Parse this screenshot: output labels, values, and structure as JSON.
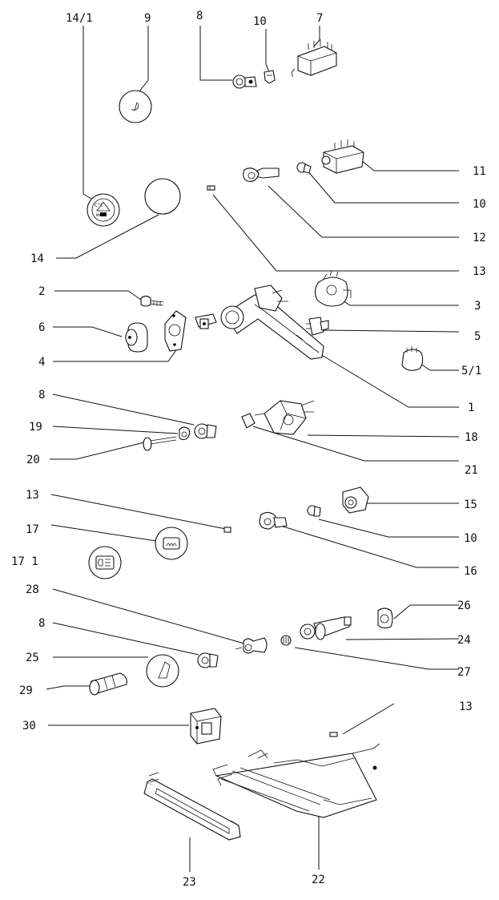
{
  "labels": {
    "l14_1": "14/1",
    "l9": "9",
    "l8a": "8",
    "l10a": "10",
    "l7": "7",
    "l11": "11",
    "l10b": "10",
    "l12": "12",
    "l14": "14",
    "l13a": "13",
    "l2": "2",
    "l3": "3",
    "l6": "6",
    "l5": "5",
    "l4": "4",
    "l5_1": "5/1",
    "l1": "1",
    "l8b": "8",
    "l19": "19",
    "l18": "18",
    "l20": "20",
    "l21": "21",
    "l13b": "13",
    "l15": "15",
    "l17": "17",
    "l10c": "10",
    "l17_1": "17 1",
    "l16": "16",
    "l28": "28",
    "l26": "26",
    "l8c": "8",
    "l24": "24",
    "l25": "25",
    "l27": "27",
    "l29": "29",
    "l13c": "13",
    "l30": "30",
    "l23": "23",
    "l22": "22"
  },
  "parts": [
    {
      "number": "14/1",
      "icon": "dial-knob-icon"
    },
    {
      "number": "9",
      "icon": "round-knob-icon"
    },
    {
      "number": "8",
      "icon": "bulb-holder-icon"
    },
    {
      "number": "10",
      "icon": "bulb-icon"
    },
    {
      "number": "7",
      "icon": "relay-switch-icon"
    },
    {
      "number": "11",
      "icon": "switch-body-icon"
    },
    {
      "number": "12",
      "icon": "lamp-socket-icon"
    },
    {
      "number": "14",
      "icon": "blank-knob-icon"
    },
    {
      "number": "13",
      "icon": "small-bulb-icon"
    },
    {
      "number": "2",
      "icon": "screw-icon"
    },
    {
      "number": "3",
      "icon": "ignition-switch-icon"
    },
    {
      "number": "6",
      "icon": "cap-icon"
    },
    {
      "number": "5",
      "icon": "connector-icon"
    },
    {
      "number": "4",
      "icon": "mounting-plate-icon"
    },
    {
      "number": "5/1",
      "icon": "plug-icon"
    },
    {
      "number": "1",
      "icon": "steering-lock-icon"
    },
    {
      "number": "19",
      "icon": "nut-icon"
    },
    {
      "number": "18",
      "icon": "combination-switch-icon"
    },
    {
      "number": "20",
      "icon": "shaft-knob-icon"
    },
    {
      "number": "21",
      "icon": "clip-icon"
    },
    {
      "number": "15",
      "icon": "switch-housing-icon"
    },
    {
      "number": "17",
      "icon": "rear-window-heater-knob-icon"
    },
    {
      "number": "17 1",
      "icon": "fog-lamp-knob-icon"
    },
    {
      "number": "16",
      "icon": "lamp-socket-icon"
    },
    {
      "number": "28",
      "icon": "lamp-holder-icon"
    },
    {
      "number": "26",
      "icon": "lighter-bezel-icon"
    },
    {
      "number": "24",
      "icon": "cigar-lighter-icon"
    },
    {
      "number": "25",
      "icon": "ring-icon"
    },
    {
      "number": "27",
      "icon": "bulb-icon"
    },
    {
      "number": "29",
      "icon": "lighter-element-icon"
    },
    {
      "number": "30",
      "icon": "switch-frame-icon"
    },
    {
      "number": "23",
      "icon": "panel-frame-icon"
    },
    {
      "number": "22",
      "icon": "heater-control-icon"
    }
  ]
}
